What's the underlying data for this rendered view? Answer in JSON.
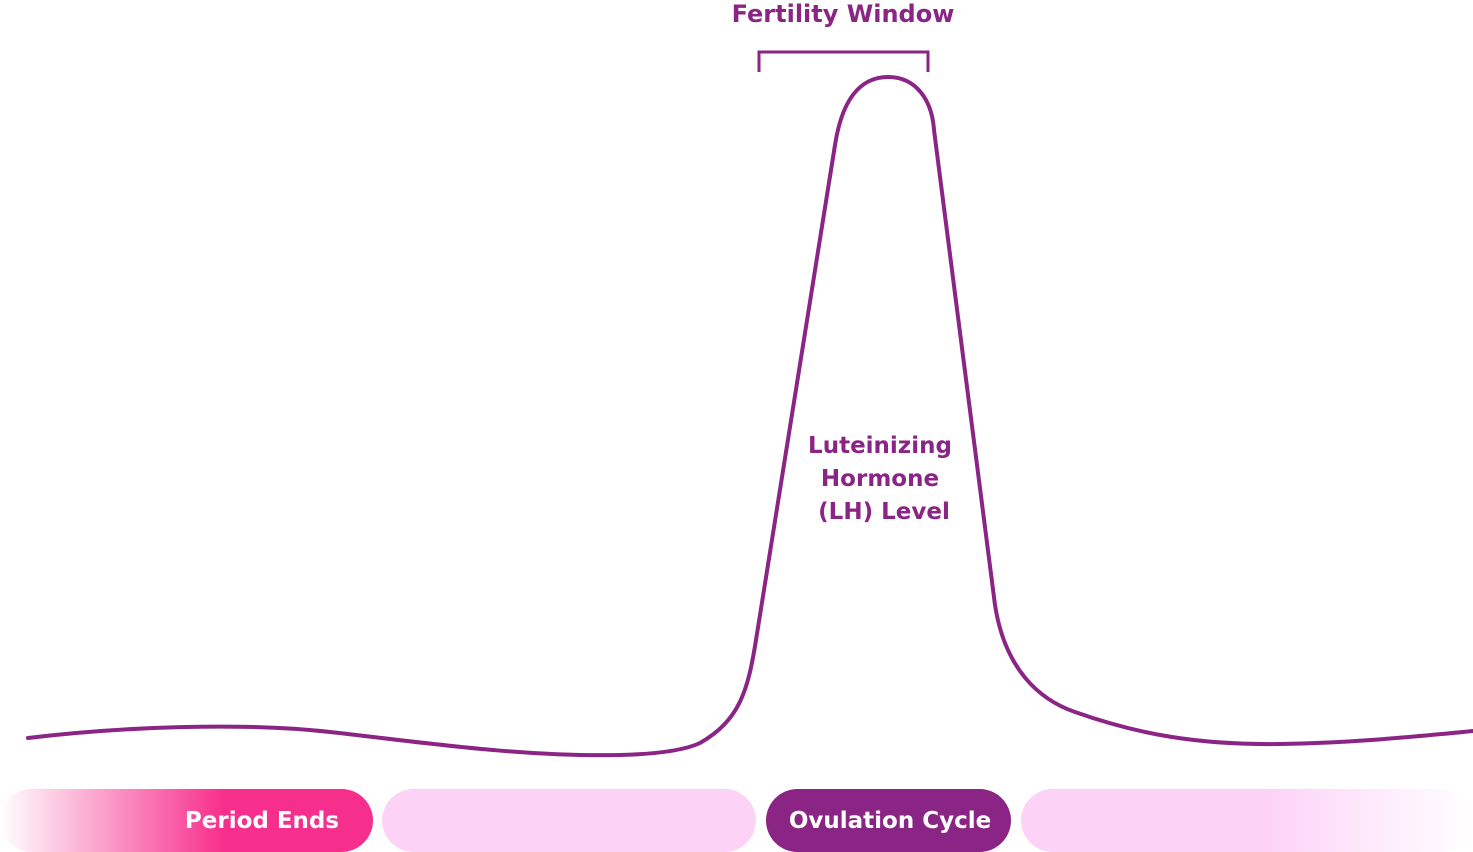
{
  "title": "Fertility Window",
  "curve_label": {
    "lines": [
      "Luteinizing",
      "Hormone",
      "(LH) Level"
    ]
  },
  "phases": [
    {
      "id": "period",
      "label": "Period Ends"
    },
    {
      "id": "follicular",
      "label": ""
    },
    {
      "id": "ovulation",
      "label": "Ovulation Cycle"
    },
    {
      "id": "luteal",
      "label": ""
    }
  ],
  "colors": {
    "curve": "#8b2585",
    "text_purple": "#8b2585",
    "period_pink": "#f72f8c",
    "light_pink": "#fcd3f7",
    "ovulation_purple": "#8b2585",
    "phase_text": "#ffffff"
  }
}
